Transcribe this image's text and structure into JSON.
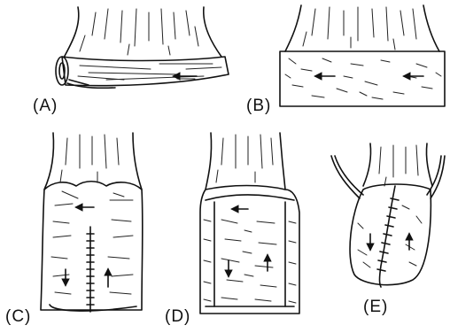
{
  "panels": [
    {
      "id": "A",
      "label": "(A)"
    },
    {
      "id": "B",
      "label": "(B)"
    },
    {
      "id": "C",
      "label": "(C)"
    },
    {
      "id": "D",
      "label": "(D)"
    },
    {
      "id": "E",
      "label": "(E)"
    }
  ]
}
